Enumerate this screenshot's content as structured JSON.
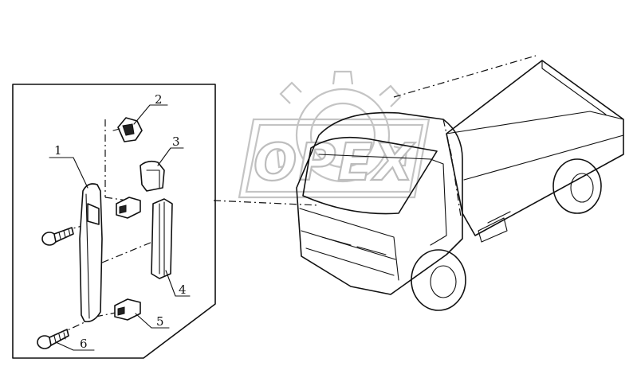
{
  "diagram": {
    "watermark": "OPEX",
    "callouts": [
      {
        "id": "1",
        "text": "1"
      },
      {
        "id": "2",
        "text": "2"
      },
      {
        "id": "3",
        "text": "3"
      },
      {
        "id": "4",
        "text": "4"
      },
      {
        "id": "5",
        "text": "5"
      },
      {
        "id": "6",
        "text": "6"
      }
    ]
  }
}
